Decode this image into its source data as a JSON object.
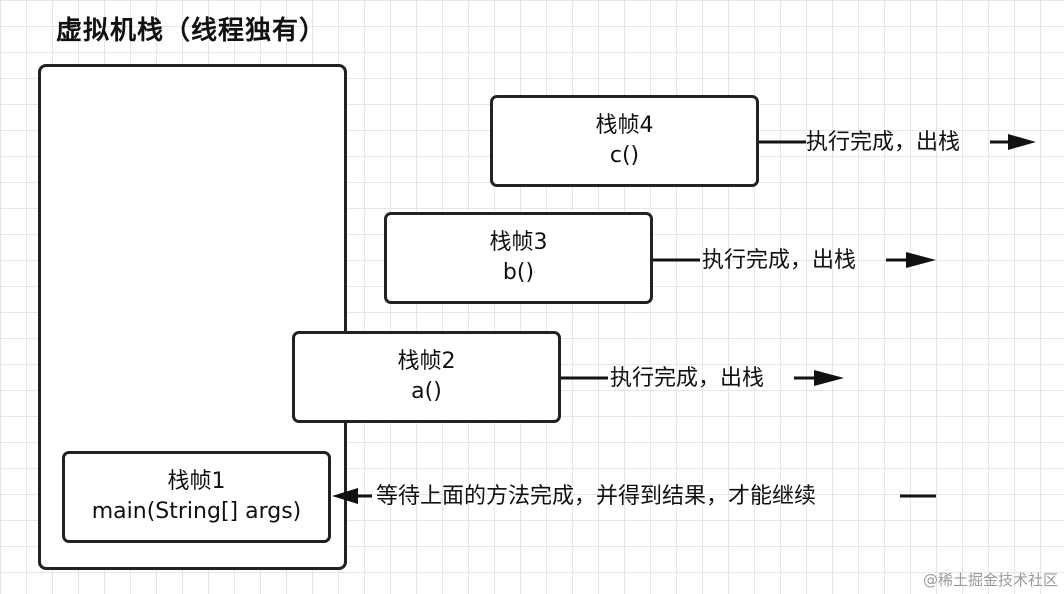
{
  "title": "虚拟机栈（线程独有）",
  "frames": [
    {
      "name": "栈帧4",
      "method": "c()"
    },
    {
      "name": "栈帧3",
      "method": "b()"
    },
    {
      "name": "栈帧2",
      "method": "a()"
    },
    {
      "name": "栈帧1",
      "method": "main(String[] args)"
    }
  ],
  "annotations": {
    "pop": "执行完成，出栈",
    "wait": "等待上面的方法完成，并得到结果，才能继续"
  },
  "watermark": "@稀土掘金技术社区"
}
